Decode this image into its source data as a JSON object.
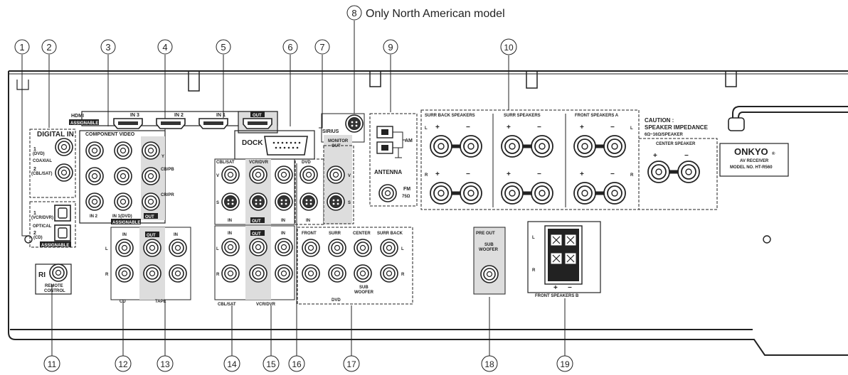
{
  "note": "Only North American model",
  "callouts": [
    "1",
    "2",
    "3",
    "4",
    "5",
    "6",
    "7",
    "8",
    "9",
    "10",
    "11",
    "12",
    "13",
    "14",
    "15",
    "16",
    "17",
    "18",
    "19"
  ],
  "panel": {
    "hdmi": {
      "title": "HDMI",
      "assignable": "ASSIGNABLE",
      "in3": "IN 3",
      "in2": "IN 2",
      "in1": "IN 1",
      "out": "OUT"
    },
    "digital_in": {
      "title": "DIGITAL IN",
      "coax1": "1",
      "coax1_sub": "(DVD)",
      "coaxial": "COAXIAL",
      "coax2": "2",
      "coax2_sub": "(CBL/SAT)",
      "opt1": "1",
      "opt1_sub": "(VCR/DVR)",
      "optical": "OPTICAL",
      "opt2": "2",
      "opt2_sub": "(CD)",
      "assignable": "ASSIGNABLE"
    },
    "component": {
      "title": "COMPONENT VIDEO",
      "y": "Y",
      "cb": "CB/PB",
      "cr": "CR/PR",
      "in2": "IN 2",
      "in1": "IN 1(DVD)",
      "out": "OUT",
      "assignable": "ASSIGNABLE"
    },
    "dock": "DOCK",
    "sirius": "SIRIUS",
    "monitor": "MONITOR",
    "monitor_out": "OUT",
    "antenna": {
      "title": "ANTENNA",
      "am": "AM",
      "fm": "FM",
      "ohm": "75Ω"
    },
    "speakers": {
      "surr_back": "SURR BACK SPEAKERS",
      "surr": "SURR SPEAKERS",
      "front_a": "FRONT SPEAKERS A",
      "center": "CENTER SPEAKER",
      "front_b": "FRONT SPEAKERS B",
      "plus": "+",
      "minus": "−",
      "l": "L",
      "r": "R"
    },
    "caution": {
      "title": "CAUTION :",
      "line2": "SPEAKER IMPEDANCE",
      "line3": "6Ω~16Ω/SPEAKER"
    },
    "brand": {
      "name": "ONKYO",
      "reg": "®",
      "line1": "AV RECEIVER",
      "line2": "MODEL NO. HT-R560"
    },
    "video": {
      "cbl_sat": "CBL/SAT",
      "vcr_dvr": "VCR/DVR",
      "dvd": "DVD",
      "v": "V",
      "s": "S",
      "in": "IN",
      "out": "OUT"
    },
    "audio": {
      "in": "IN",
      "out": "OUT",
      "l": "L",
      "r": "R",
      "cd": "CD",
      "tape": "TAPE",
      "cbl_sat": "CBL/SAT",
      "vcr_dvr": "VCR/DVR"
    },
    "dvd_multi": {
      "front": "FRONT",
      "surr": "SURR",
      "center": "CENTER",
      "surr_back": "SURR BACK",
      "sub": "SUB",
      "woofer": "WOOFER",
      "dvd": "DVD"
    },
    "preout": {
      "title": "PRE OUT",
      "sub": "SUB",
      "woofer": "WOOFER"
    },
    "remote": {
      "ri": "RI",
      "line1": "REMOTE",
      "line2": "CONTROL"
    }
  }
}
